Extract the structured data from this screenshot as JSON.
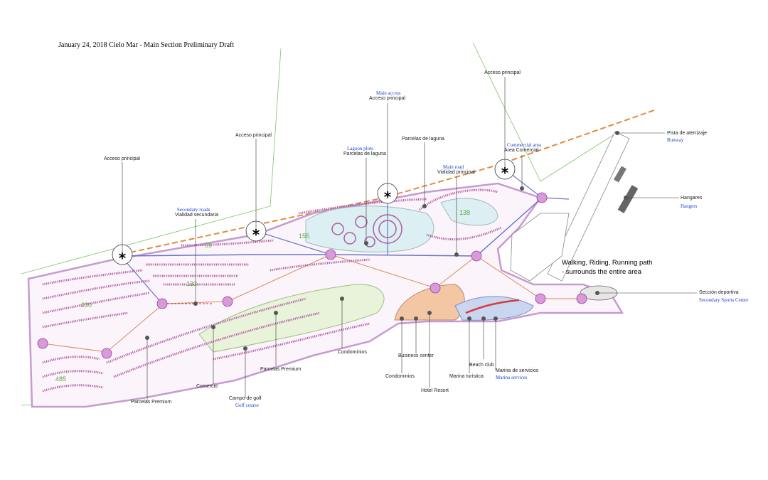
{
  "title": "January 24, 2018 Cielo Mar - Main Section Preliminary Draft",
  "labels": {
    "acceso_principal": "Acceso principal",
    "main_access": "Main access",
    "secondary_roads": "Secondary roads",
    "vialidad_secundaria": "Vialidad secundaria",
    "lagoon_plots": "Lagoon plots",
    "parcelas_de_laguna": "Parcelas de laguna",
    "main_road": "Main road",
    "vialidad_principal": "Vialidad principal",
    "commercial_area": "Commercial area",
    "area_comercial": "Área Comercial",
    "pista_de_aterrizaje": "Pista de aterrizaje",
    "runway": "Runway",
    "hangares": "Hangares",
    "hangers": "Hangers",
    "walking_path_line1": "Walking, Riding, Running path",
    "walking_path_line2": "- surrounds the entire area",
    "seccion_deportiva": "Sección deportiva",
    "secondary_sports_center": "Secondary Sports Center",
    "condominios": "Condominios",
    "business_center": "Business center",
    "hotel_resort": "Hotel Resort",
    "beach_club": "Beach club",
    "marina_turistica": "Marina turística",
    "marina_de_servicios": "Marina de servicios",
    "marina_services": "Marina services",
    "parcelas_premium": "Parcelas Premium",
    "comercio": "Comercio",
    "campo_de_golf": "Campo de golf",
    "golf_course": "Golf course"
  },
  "lot_counts": {
    "a": "59",
    "b": "155",
    "c": "138",
    "d": "133",
    "e": "230",
    "f": "485"
  },
  "colors": {
    "boundary_pink": "#c79ad0",
    "access_marker": "#9b3f9e",
    "road_blue": "#6b74c9",
    "highway_orange": "#e38a3c",
    "lagoon_blue": "#dceff2",
    "lot_outline": "#b05aa0",
    "count_green": "#5aa83a",
    "english_label_blue": "#1c3fd1"
  }
}
